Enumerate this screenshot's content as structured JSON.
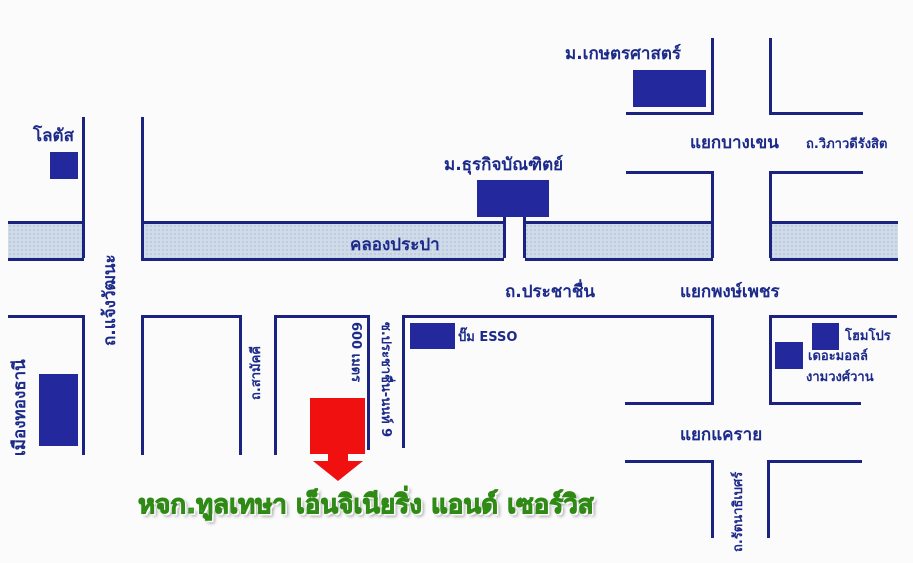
{
  "colors": {
    "road": "#1b2380",
    "building": "#23289c",
    "canal": "#cfdbe9",
    "marker": "#f01010",
    "company_text": "#3da11f"
  },
  "landmarks": {
    "kasetsart": "ม.เกษตรศาสตร์",
    "dhurakij": "ม.ธุรกิจบัณฑิตย์",
    "lotus": "โลตัส",
    "muang_thong": "เมืองทองธานี",
    "esso": "ปั๊ม ESSO",
    "homepro": "โฮมโปร",
    "the_mall_line1": "เดอะมอลล์",
    "the_mall_line2": "งามวงศ์วาน"
  },
  "roads": {
    "bang_khen_junction": "แยกบางเขน",
    "vibhavadi": "ถ.วิภาวดีรังสิต",
    "canal": "คลองประปา",
    "prachachuen": "ถ.ประชาชื่น",
    "pong_phet_junction": "แยกพงษ์เพชร",
    "chaeng_watthana": "ถ.แจ้งวัฒนะ",
    "samakkhi": "ถ.สามัคคี",
    "distance": "600 เมตร",
    "soi_prachachuen": "ซ.ประชาชื่น-นนท์ 9",
    "khae_rai_junction": "แยกแคราย",
    "rattanathibet": "ถ.รัตนาธิเบศร์"
  },
  "destination": {
    "name": "หจก.ทูลเทษา เอ็นจิเนียริ่ง แอนด์ เซอร์วิส"
  }
}
